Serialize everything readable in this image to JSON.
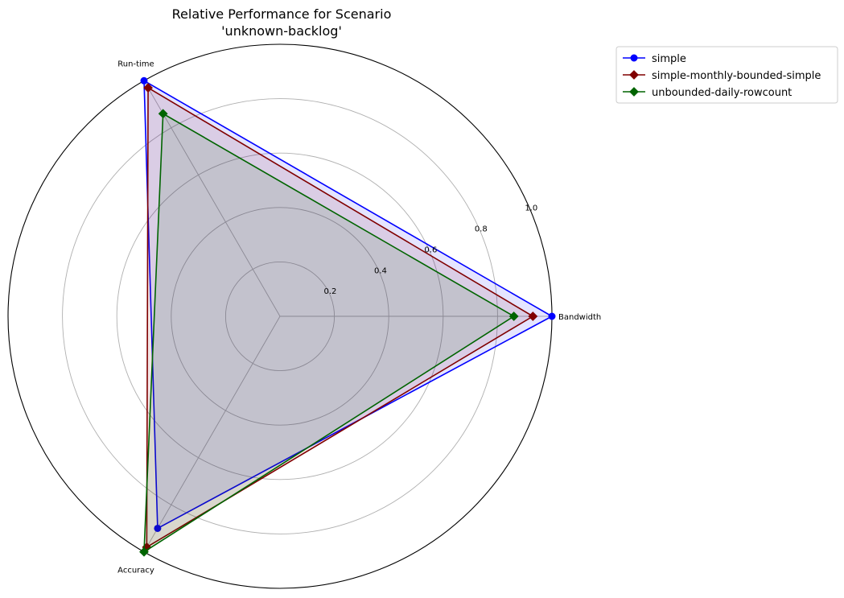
{
  "chart_data": {
    "type": "radar",
    "title": [
      "Relative Performance for Scenario",
      "'unknown-backlog'"
    ],
    "axes": [
      "Bandwidth",
      "Run-time",
      "Accuracy"
    ],
    "radial_ticks": [
      "0.2",
      "0.4",
      "0.6",
      "0.8",
      "1.0"
    ],
    "rlim": [
      0,
      1.0
    ],
    "grid": true,
    "legend_position": "outside-top-right",
    "series": [
      {
        "name": "simple",
        "values": [
          1.0,
          1.0,
          0.9
        ],
        "color": "#0000ff",
        "marker": "circle"
      },
      {
        "name": "simple-monthly-bounded-simple",
        "values": [
          0.93,
          0.97,
          0.98
        ],
        "color": "#800000",
        "marker": "diamond"
      },
      {
        "name": "unbounded-daily-rowcount",
        "values": [
          0.86,
          0.86,
          1.0
        ],
        "color": "#006400",
        "marker": "diamond"
      }
    ]
  }
}
